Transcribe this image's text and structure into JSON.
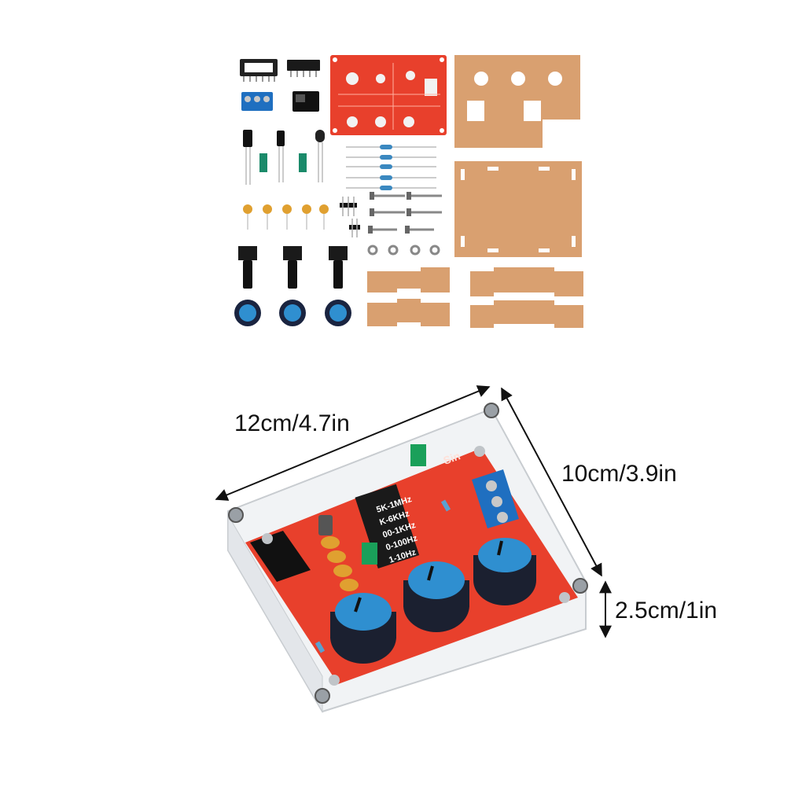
{
  "dimensions": {
    "width": "12cm/4.7in",
    "depth": "10cm/3.9in",
    "height": "2.5cm/1in"
  },
  "board_labels": {
    "sine": "Sin",
    "ranges": [
      "5K-1MHz",
      "K-6KHz",
      "00-1KHz",
      "0-100Hz",
      "1-10Hz"
    ]
  },
  "colors": {
    "pcb": "#e8402c",
    "acrylic_brown": "#d9a070",
    "knob_blue": "#2f8fd0",
    "terminal_blue": "#1f6fc0",
    "jumper_green": "#1aa05a"
  }
}
